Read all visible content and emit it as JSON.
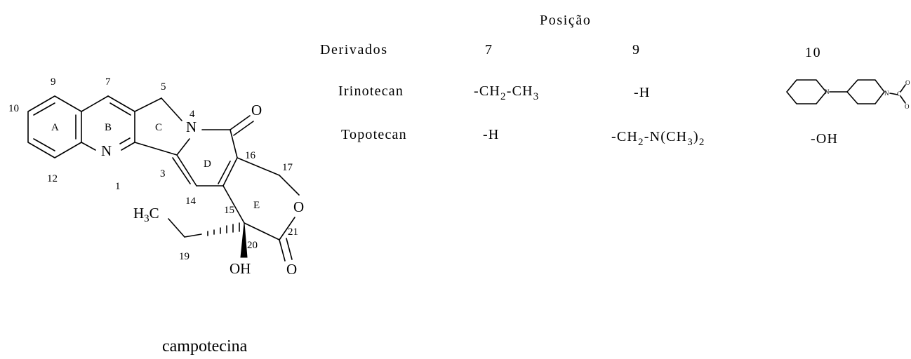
{
  "structure": {
    "caption": "campotecina",
    "ring_labels": [
      "A",
      "B",
      "C",
      "D",
      "E"
    ],
    "position_numbers": [
      "9",
      "7",
      "5",
      "4",
      "10",
      "12",
      "1",
      "3",
      "14",
      "15",
      "16",
      "17",
      "19",
      "20",
      "21"
    ],
    "atoms": {
      "n4": "N",
      "n1": "N",
      "o_carbonyl": "O",
      "o_ring": "O",
      "o_lactone": "O",
      "methyl_prefix": "H",
      "methyl_sub": "3",
      "methyl_suffix": "C",
      "hydroxyl": "OH"
    }
  },
  "table": {
    "header": "Posição",
    "columns": [
      "Derivados",
      "7",
      "9",
      "10"
    ],
    "rows": [
      {
        "name": "Irinotecan",
        "pos7": {
          "a": "-CH",
          "a_sub": "2",
          "b": "-CH",
          "b_sub": "3"
        },
        "pos9": "-H",
        "pos10_atoms": [
          "N",
          "N",
          "C",
          "O",
          "O"
        ]
      },
      {
        "name": "Topotecan",
        "pos7": "-H",
        "pos9": {
          "a": "-CH",
          "a_sub": "2",
          "b": "-N(CH",
          "b_sub": "3",
          "c": ")",
          "c_sub": "2"
        },
        "pos10": "-OH"
      }
    ]
  }
}
